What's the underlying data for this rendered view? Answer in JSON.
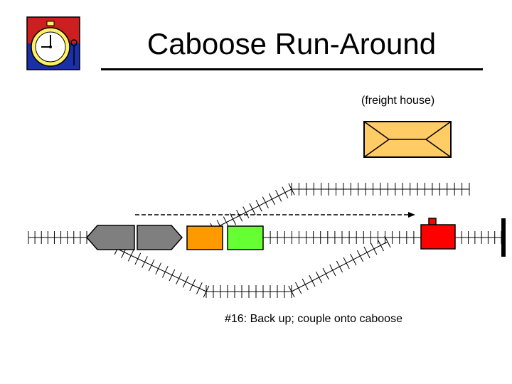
{
  "slide": {
    "title": "Caboose Run-Around",
    "caption": "#16:  Back up;  couple onto caboose"
  },
  "freight_house": {
    "label": "(freight house)",
    "fill": "#FFCC66"
  },
  "logo": {
    "icon": "stopwatch-icon",
    "top_color": "#CC1F1F",
    "bottom_color": "#1A2FA8",
    "clock_color": "#FFF066"
  },
  "cars": {
    "engine_color": "#7F7F7F",
    "boxcar_orange": "#FF9900",
    "boxcar_green": "#66FF33",
    "caboose_color": "#FF0000"
  },
  "move_arrow": {
    "style": "dashed",
    "direction": "right"
  }
}
